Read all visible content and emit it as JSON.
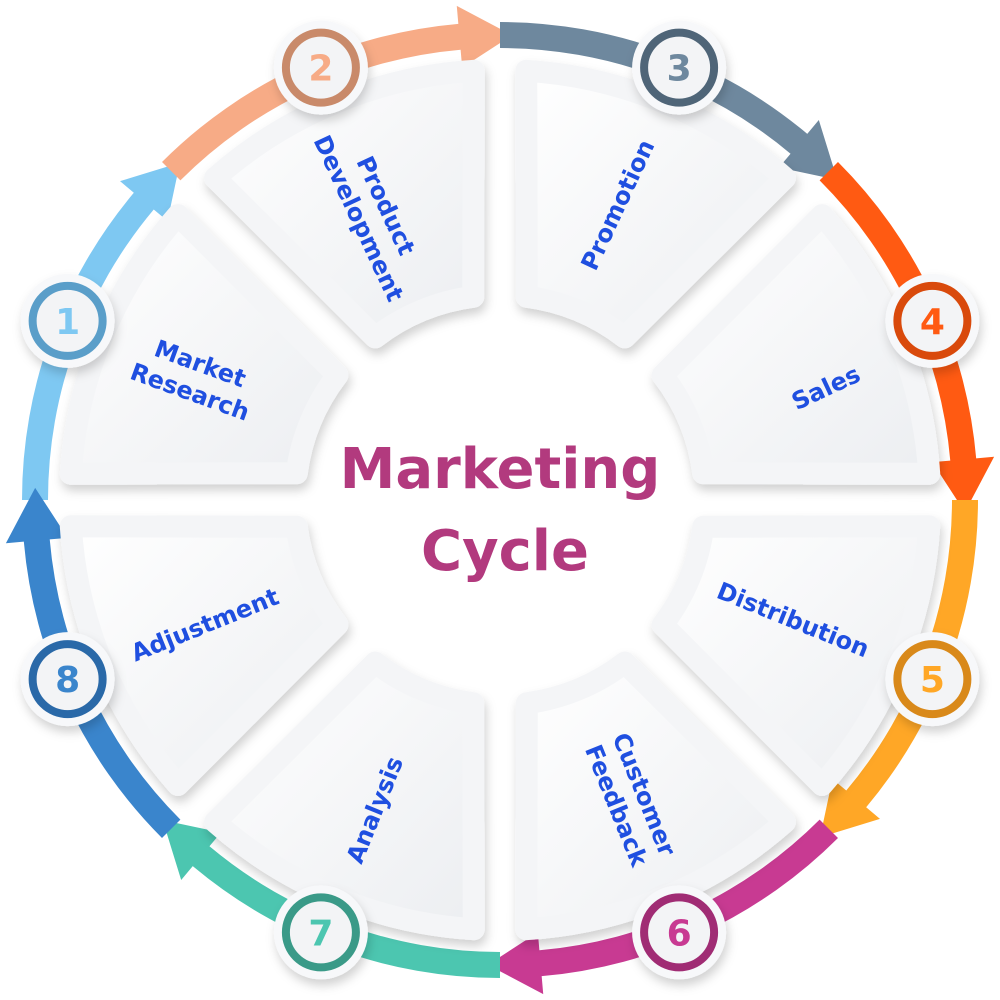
{
  "title": {
    "line1": "Marketing",
    "line2": "Cycle",
    "color": "#b23a7e"
  },
  "steps": [
    {
      "number": "1",
      "label": [
        "Market",
        "Research"
      ],
      "color": "#7ec8f2",
      "ring": "#5a9ec9"
    },
    {
      "number": "2",
      "label": [
        "Product",
        "Development"
      ],
      "color": "#f7ab86",
      "ring": "#c98a6a"
    },
    {
      "number": "3",
      "label": [
        "Promotion"
      ],
      "color": "#6e889e",
      "ring": "#4f6578"
    },
    {
      "number": "4",
      "label": [
        "Sales"
      ],
      "color": "#ff5a12",
      "ring": "#d94a0c"
    },
    {
      "number": "5",
      "label": [
        "Distribution"
      ],
      "color": "#ffa726",
      "ring": "#d9891a"
    },
    {
      "number": "6",
      "label": [
        "Customer",
        "Feedback"
      ],
      "color": "#c83a92",
      "ring": "#a02c74"
    },
    {
      "number": "7",
      "label": [
        "Analysis"
      ],
      "color": "#4cc6b0",
      "ring": "#3a9a88"
    },
    {
      "number": "8",
      "label": [
        "Adjustment"
      ],
      "color": "#3a85cc",
      "ring": "#2a69a8"
    }
  ]
}
